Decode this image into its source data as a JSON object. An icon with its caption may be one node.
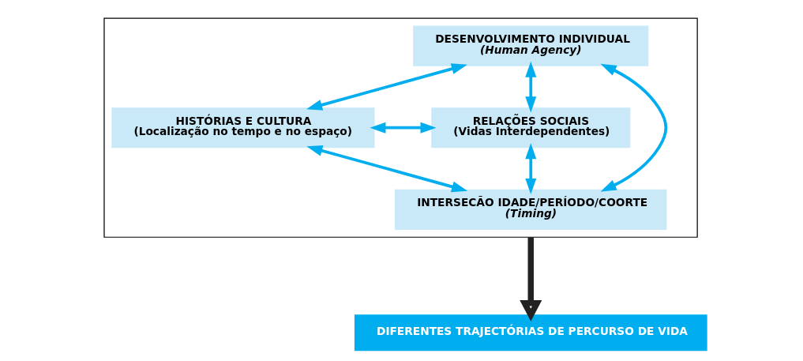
{
  "diagram": {
    "nodes": [
      {
        "text": [],
        "shape": "box"
      },
      {
        "text": [
          "DESENVOLVIMENTO INDIVIDUAL",
          "(Human Agency)"
        ],
        "in": 0
      },
      {
        "text": [
          "HISTÓRIAS E CULTURA",
          "(Localização no tempo e no espaço)"
        ],
        "in": 0
      },
      {
        "text": [
          "RELAÇÕES SOCIAIS",
          "(Vidas Interdependentes)"
        ],
        "in": 0
      },
      {
        "text": [
          "INTERSECÃO IDADE/PERÍODO/COORTE",
          "(Timing)"
        ],
        "in": 0
      },
      {
        "text": [
          "DIFERENTES TRAJECTÓRIAS DE PERCURSO DE VIDA"
        ]
      }
    ],
    "edges": [
      {
        "from": 1,
        "to": 2,
        "arrow": "both"
      },
      {
        "from": 1,
        "to": 3,
        "arrow": "both"
      },
      {
        "from": 2,
        "to": 4,
        "arrow": "both"
      },
      {
        "from": 3,
        "to": 4,
        "arrow": "both"
      },
      {
        "from": 1,
        "to": 4,
        "arrow": "both"
      },
      {
        "from": 2,
        "to": 3,
        "arrow": "both"
      },
      {
        "from": 0,
        "to": 5,
        "arrow": "to",
        "style": "thick",
        "color": "#222222"
      }
    ]
  }
}
